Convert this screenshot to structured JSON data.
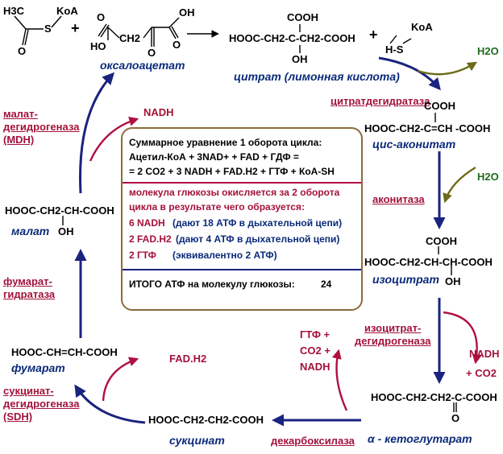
{
  "top": {
    "acetyl_h3c": "H3C",
    "acetyl_koa": "KoA",
    "acetyl_s": "S",
    "acetyl_o": "O",
    "plus1": "+",
    "oxalo_ho": "HO",
    "oxalo_oh": "OH",
    "oxalo_o1": "O",
    "oxalo_o2": "O",
    "oxalo_o3": "O",
    "oxalo_ch2": "CH2",
    "citrate_cooh": "COOH",
    "citrate_formula": "HOOC-CH2-C-CH2-COOH",
    "citrate_oh": "OH",
    "plus2": "+",
    "hskoa_koa": "KoA",
    "hskoa_hs": "H-S",
    "h2o_1": "H2O"
  },
  "names": {
    "oxaloacetate": "оксалоацетат",
    "citrate": "цитрат (лимонная кислота)",
    "cis_aconitate": "цис-аконитат",
    "isocitrate": "изоцитрат",
    "alpha_ketoglutarate": "α - кетоглутарат",
    "succinate": "сукцинат",
    "fumarate": "фумарат",
    "malate": "малат"
  },
  "formulas": {
    "cis_aconitate_cooh": "COOH",
    "cis_aconitate": "HOOC-CH2-C=CH -COOH",
    "isocitrate_cooh": "COOH",
    "isocitrate": "HOOC-CH2-CH-CH-COOH",
    "isocitrate_oh": "OH",
    "ketoglutarate": "HOOC-CH2-CH2-C-COOH",
    "ketoglutarate_o": "O",
    "succinate": "HOOC-CH2-CH2-COOH",
    "fumarate": "HOOC-CH=CH-COOH",
    "malate": "HOOC-CH2-CH-COOH",
    "malate_oh": "OH"
  },
  "enzymes": {
    "citrate_dehydratase": "цитратдегидратаза",
    "aconitase": "аконитаза",
    "isocitrate_dh_1": "изоцитрат-",
    "isocitrate_dh_2": "дегидрогеназа",
    "decarboxylase": "декарбоксилаза",
    "succinate_dh_1": "сукцинат-",
    "succinate_dh_2": "дегидрогеназа",
    "succinate_dh_3": "(SDH)",
    "fumarate_hydratase_1": "фумарат-",
    "fumarate_hydratase_2": "гидратаза",
    "malate_dh_1": "малат-",
    "malate_dh_2": "дегидрогеназа",
    "malate_dh_3": "(MDH)"
  },
  "products": {
    "h2o_2": "H2O",
    "nadh_co2_1": "NADH",
    "nadh_co2_2": "+ CO2",
    "gtp_1": "ГТФ +",
    "gtp_2": "CO2 +",
    "gtp_3": "NADH",
    "fadh2": "FAD.H2",
    "nadh_top": "NADH"
  },
  "summary": {
    "line1": "Суммарное уравнение 1 оборота цикла:",
    "line2": "Ацетил-КоА +  3NAD+  +  FAD + ГДФ =",
    "line3": "= 2 CO2 + 3 NADH + FAD.H2 + ГТФ + КоА-SH",
    "line4": "молекула глюкозы окисляется за 2 оборота",
    "line5": "цикла  в результате чего образуется:",
    "row1_a": "6 NADH",
    "row1_b": "(дают 18 АТФ в дыхательной цепи)",
    "row2_a": "2 FAD.H2",
    "row2_b": "(дают 4 АТФ в дыхательной цепи)",
    "row3_a": "2 ГТФ",
    "row3_b": "(эквивалентно 2 АТФ)",
    "total_label": "ИТОГО АТФ на молекулу глюкозы:",
    "total_value": "24"
  },
  "colors": {
    "cycle_arrow": "#1a237e",
    "side_arrow_red": "#b01040",
    "side_arrow_olive": "#6b6b1a",
    "enzyme_text": "#a3123a",
    "name_text": "#0a2a7a",
    "water_text": "#1f6b1f",
    "box_border": "#8b6b3d"
  }
}
